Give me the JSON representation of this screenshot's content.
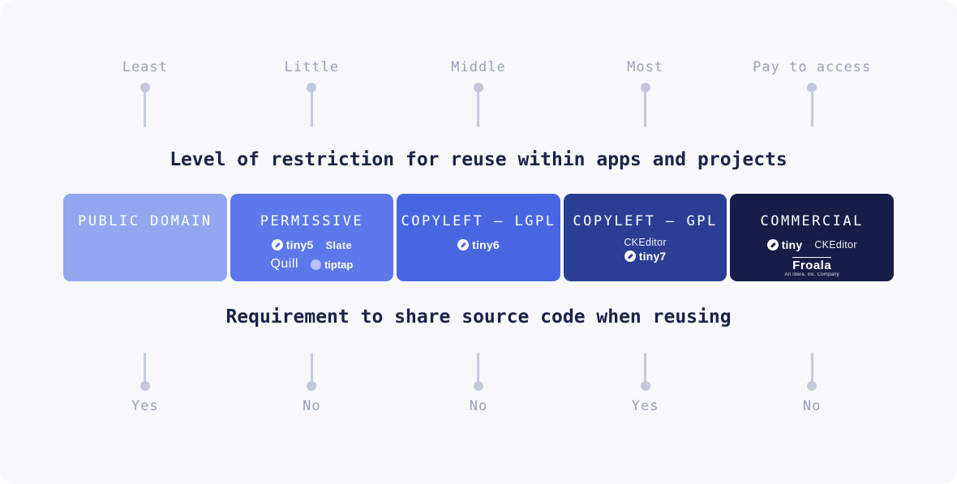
{
  "colors": {
    "panel_bg": "#f8f8fa",
    "title_text": "#1b2348",
    "scale_text": "#99a2b8",
    "pin": "#c3c8da"
  },
  "top_scale": {
    "title": "Level of restriction for reuse within apps and projects",
    "labels": [
      "Least",
      "Little",
      "Middle",
      "Most",
      "Pay to access"
    ]
  },
  "bottom_scale": {
    "title": "Requirement to share source code when reusing",
    "labels": [
      "Yes",
      "No",
      "No",
      "Yes",
      "No"
    ]
  },
  "cards": [
    {
      "title": "PUBLIC DOMAIN",
      "color": "#92a7f0"
    },
    {
      "title": "PERMISSIVE",
      "color": "#5c78ea",
      "logos": {
        "tiny5": "tiny5",
        "slate": "Slate",
        "quill": "Quill",
        "tiptap": "tiptap"
      }
    },
    {
      "title": "COPYLEFT — LGPL",
      "color": "#4866e2",
      "logos": {
        "tiny6": "tiny6"
      }
    },
    {
      "title": "COPYLEFT — GPL",
      "color": "#2b3e94",
      "logos": {
        "ckeditor": "CKEditor",
        "tiny7": "tiny7"
      }
    },
    {
      "title": "COMMERCIAL",
      "color": "#161d47",
      "logos": {
        "tiny": "tiny",
        "ckeditor": "CKEditor",
        "froala": "Froala",
        "froala_tagline": "An Idera, Inc. Company"
      }
    }
  ]
}
